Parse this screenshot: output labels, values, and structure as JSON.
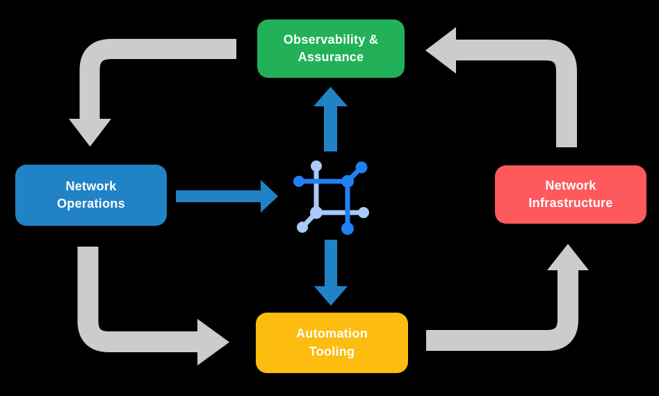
{
  "diagram": {
    "background": "#000000",
    "text_color": "#ffffff",
    "nodes": {
      "observability": {
        "label": "Observability &\nAssurance",
        "color": "#22b158"
      },
      "operations": {
        "label": "Network\nOperations",
        "color": "#2183c5"
      },
      "infrastructure": {
        "label": "Network\nInfrastructure",
        "color": "#fe5a5e"
      },
      "automation": {
        "label": "Automation\nTooling",
        "color": "#fcbc10"
      }
    },
    "colors": {
      "arrow_gray": "#cccccc",
      "arrow_blue": "#2183c5",
      "icon_dark": "#2280f5",
      "icon_light": "#a9caf8"
    },
    "icon": {
      "name": "network-hub-icon"
    },
    "flow": [
      "Observability & Assurance -> Network Operations",
      "Network Operations -> Automation Tooling",
      "Automation Tooling -> Network Infrastructure",
      "Network Infrastructure -> Observability & Assurance",
      "Network Operations -> hub",
      "hub -> Observability & Assurance",
      "hub -> Automation Tooling"
    ]
  }
}
